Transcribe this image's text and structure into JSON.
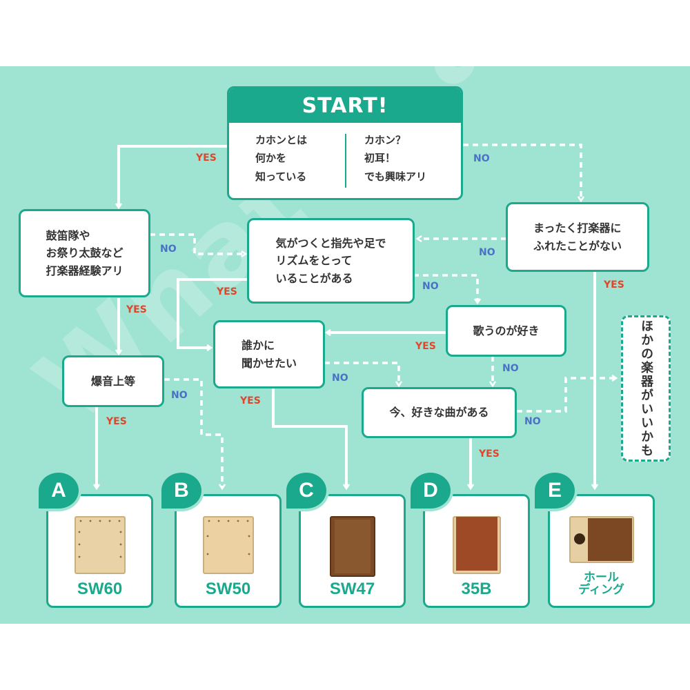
{
  "start": {
    "title": "START!",
    "left": "カホンとは\n何かを\n知っている",
    "right": "カホン？\n初耳！\nでも興味アリ"
  },
  "nodes": {
    "q_drum": "鼓笛隊や\nお祭り太鼓など\n打楽器経験アリ",
    "q_rhythm": "気がつくと指先や足で\nリズムをとって\nいることがある",
    "q_never": "まったく打楽器に\nふれたことがない",
    "q_sing": "歌うのが好き",
    "q_listen": "誰かに\n聞かせたい",
    "q_loud": "爆音上等",
    "q_song": "今、好きな曲がある",
    "other": "ほかの楽器がいいかも"
  },
  "labels": {
    "yes": "YES",
    "no": "NO"
  },
  "results": [
    {
      "badge": "A",
      "model": "SW60"
    },
    {
      "badge": "B",
      "model": "SW50"
    },
    {
      "badge": "C",
      "model": "SW47"
    },
    {
      "badge": "D",
      "model": "35B"
    },
    {
      "badge": "E",
      "model": "ホール\nディング"
    }
  ],
  "watermark": "What is a Cajon?",
  "colors": {
    "bg": "#9fe3d2",
    "accent": "#1aa98c",
    "yes": "#e2452b",
    "no": "#4a72c4"
  }
}
